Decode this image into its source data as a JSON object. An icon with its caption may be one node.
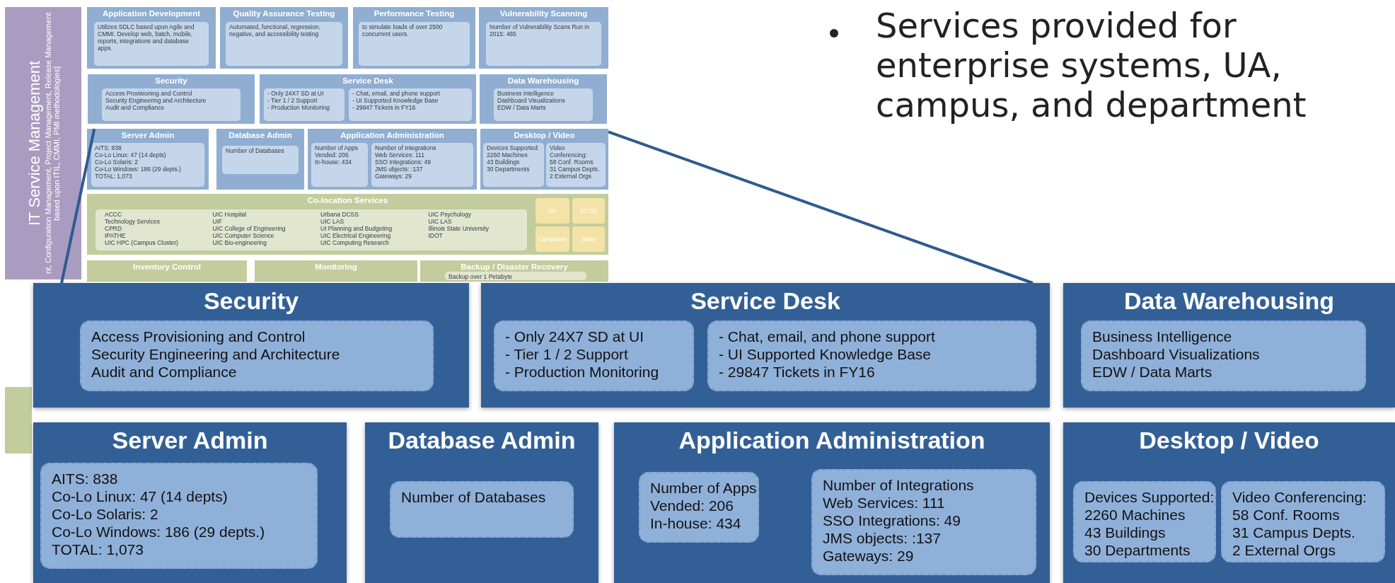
{
  "diagram": {
    "nodes": [
      {
        "text": [
          "IT Service Management",
          "nt, Configuration Management, Project Management, Release Management",
          "based upon ITIL, CMMI, PMI methodologies]"
        ]
      },
      {
        "text": [
          "Application Development"
        ]
      },
      {
        "text": [
          "Utilizes SDLC based upon Agile and CMMI.  Develop web, batch, mobile, reports, integrations and database apps."
        ],
        "in": 1
      },
      {
        "text": [
          "Quality Assurance Testing"
        ]
      },
      {
        "text": [
          "Automated, functional, regression, negative, and accessibility testing"
        ],
        "in": 3
      },
      {
        "text": [
          "Performance Testing"
        ]
      },
      {
        "text": [
          "to simulate loads of over 2500 concurrent users."
        ],
        "in": 5
      },
      {
        "text": [
          "Vulnerability Scanning"
        ]
      },
      {
        "text": [
          "Number of Vulnerability Scans Run in 2015: 465"
        ],
        "in": 7
      },
      {
        "text": [
          "Security"
        ]
      },
      {
        "text": [
          "Access Provisioning and Control",
          "Security Engineering and Architecture",
          "Audit and Compliance"
        ],
        "in": 9
      },
      {
        "text": [
          "Service Desk"
        ]
      },
      {
        "text": [
          "- Only 24X7 SD at UI",
          "- Tier 1 / 2 Support",
          "- Production Monitoring"
        ],
        "in": 11
      },
      {
        "text": [
          "- Chat, email, and phone support",
          "- UI Supported Knowledge Base",
          "- 29847 Tickets in FY16"
        ],
        "in": 11
      },
      {
        "text": [
          "Data Warehousing"
        ]
      },
      {
        "text": [
          "Business Intelligence",
          "Dashboard Visualizations",
          "EDW / Data Marts"
        ],
        "in": 14
      },
      {
        "text": [
          "Server Admin"
        ]
      },
      {
        "text": [
          "AITS: 838",
          "Co-Lo Linux: 47 (14 depts)",
          "Co-Lo Solaris: 2",
          "Co-Lo Windows: 186 (29 depts.)",
          "TOTAL: 1,073"
        ],
        "in": 16
      },
      {
        "text": [
          "Database Admin"
        ]
      },
      {
        "text": [
          "Number of Databases"
        ],
        "in": 18
      },
      {
        "text": [
          "Application Administration"
        ]
      },
      {
        "text": [
          "Number of Apps",
          "Vended: 206",
          "In-house: 434"
        ],
        "in": 20
      },
      {
        "text": [
          "Number of Integrations",
          "Web Services: 111",
          "SSO Integrations: 49",
          "JMS objects: :137",
          "Gateways: 29"
        ],
        "in": 20
      },
      {
        "text": [
          "Desktop / Video"
        ]
      },
      {
        "text": [
          "Devices Supported:",
          "2260 Machines",
          "43 Buildings",
          "30 Departments"
        ],
        "in": 23
      },
      {
        "text": [
          "Video Conferencing:",
          "58 Conf. Rooms",
          "31 Campus Depts.",
          "2 External Orgs"
        ],
        "in": 23
      },
      {
        "text": [
          "Co-location Services"
        ]
      },
      {
        "text": [
          "ACCC",
          "Technology Services",
          "CPRD",
          "IPATHE",
          "UIC HPC (Campus Cluster)",
          "UIC Hospital",
          "UIF",
          "UIC College of Engineering",
          "UIC Computer Science",
          "UIC Bio-engineering",
          "Urbana DCSS",
          "UIC LAS",
          "UI Planning and Budgeting",
          "UIC Electrical Engineering",
          "UIC Computing Research",
          "UIC Psychology",
          "UIC LAS",
          "Illinois State University",
          "IDOT"
        ],
        "in": 26
      },
      {
        "text": [
          "UA"
        ],
        "in": 26
      },
      {
        "text": [
          "DCSS"
        ],
        "in": 26
      },
      {
        "text": [
          "Campuses"
        ],
        "in": 26
      },
      {
        "text": [
          "State"
        ],
        "in": 26
      },
      {
        "text": [
          "Inventory Control"
        ]
      },
      {
        "text": [
          "Monitoring"
        ]
      },
      {
        "text": [
          "Backup / Disaster Recovery"
        ]
      },
      {
        "text": [
          "Backup over 1 Petabyte"
        ],
        "in": 34
      },
      {
        "text": [],
        "shape": "box"
      },
      {
        "text": [
          "Security"
        ]
      },
      {
        "text": [
          "Access Provisioning and Control",
          "Security Engineering and Architecture",
          "Audit and Compliance"
        ],
        "in": 37
      },
      {
        "text": [
          "Service Desk"
        ]
      },
      {
        "text": [
          "- Only 24X7 SD at UI",
          "- Tier 1 / 2 Support",
          "- Production Monitoring"
        ],
        "in": 39
      },
      {
        "text": [
          "- Chat, email, and phone support",
          "- UI Supported Knowledge Base",
          "- 29847 Tickets in FY16"
        ],
        "in": 39
      },
      {
        "text": [
          "Data Warehousing"
        ]
      },
      {
        "text": [
          "Business Intelligence",
          "Dashboard Visualizations",
          "EDW / Data Marts"
        ],
        "in": 42
      },
      {
        "text": [
          "Server Admin"
        ]
      },
      {
        "text": [
          "AITS: 838",
          "Co-Lo Linux: 47 (14 depts)",
          "Co-Lo Solaris: 2",
          "Co-Lo Windows: 186 (29 depts.)",
          "TOTAL: 1,073"
        ],
        "in": 44
      },
      {
        "text": [
          "Database Admin"
        ]
      },
      {
        "text": [
          "Number of Databases"
        ],
        "in": 46
      },
      {
        "text": [
          "Application Administration"
        ]
      },
      {
        "text": [
          "Number of Apps",
          "Vended: 206",
          "In-house: 434"
        ],
        "in": 48
      },
      {
        "text": [
          "Number of Integrations",
          "Web Services: 111",
          "SSO Integrations: 49",
          "JMS objects: :137",
          "Gateways: 29"
        ],
        "in": 48
      },
      {
        "text": [
          "Desktop / Video"
        ]
      },
      {
        "text": [
          "Devices Supported:",
          "2260 Machines",
          "43 Buildings",
          "30 Departments"
        ],
        "in": 51
      },
      {
        "text": [
          "Video Conferencing:",
          "58 Conf. Rooms",
          "31 Campus Depts.",
          "2 External Orgs"
        ],
        "in": 51
      }
    ],
    "edges": [
      {
        "from": 16,
        "to": 37,
        "arrow": "none"
      },
      {
        "from": 23,
        "to": 39,
        "arrow": "none"
      }
    ],
    "labels": [
      "Services provided for enterprise systems, UA, campus, and department"
    ]
  }
}
